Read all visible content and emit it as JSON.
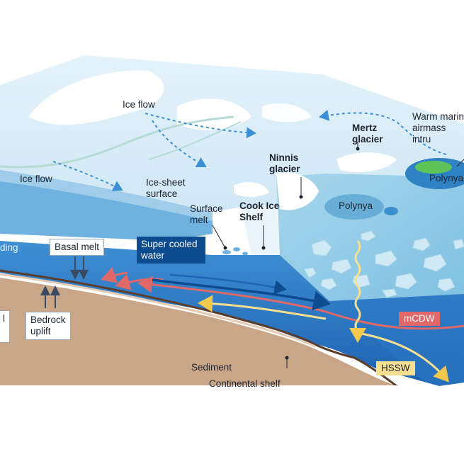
{
  "labels": {
    "ice_flow_top": "Ice flow",
    "ice_flow_left": "Ice flow",
    "ice_sheet_surface": "Ice-sheet\nsurface",
    "surface_melt": "Surface\nmelt",
    "cook_ice_shelf": "Cook Ice\nShelf",
    "ninnis_glacier": "Ninnis\nglacier",
    "mertz_glacier": "Mertz\nglacier",
    "warm_airmass": "Warm marin\nairmass intru",
    "polynya_center": "Polynya",
    "polynya_right": "Polynya",
    "grounding_partial": "ding",
    "basal_melt": "Basal melt",
    "super_cooled_water": "Super cooled\nwater",
    "bedrock_uplift": "Bedrock\nuplift",
    "left_box_partial": "l",
    "sediment": "Sediment",
    "continental_shelf": "Continental shelf",
    "mcdw": "mCDW",
    "hssw": "HSSW"
  },
  "colors": {
    "ice_top": "#eaf5fb",
    "ice_edge": "#a9d4ec",
    "ocean": "#3d8bd0",
    "ocean_deep": "#1f64b3",
    "bedrock": "#c9a688",
    "sediment_line": "#5a3e2b",
    "warm_arrow": "#e06868",
    "cold_arrow": "#f6df8e",
    "supercooled_arrow": "#0d4b8f",
    "flow_arrow": "#3b8fd6",
    "polynya_green": "#5ec45a"
  }
}
